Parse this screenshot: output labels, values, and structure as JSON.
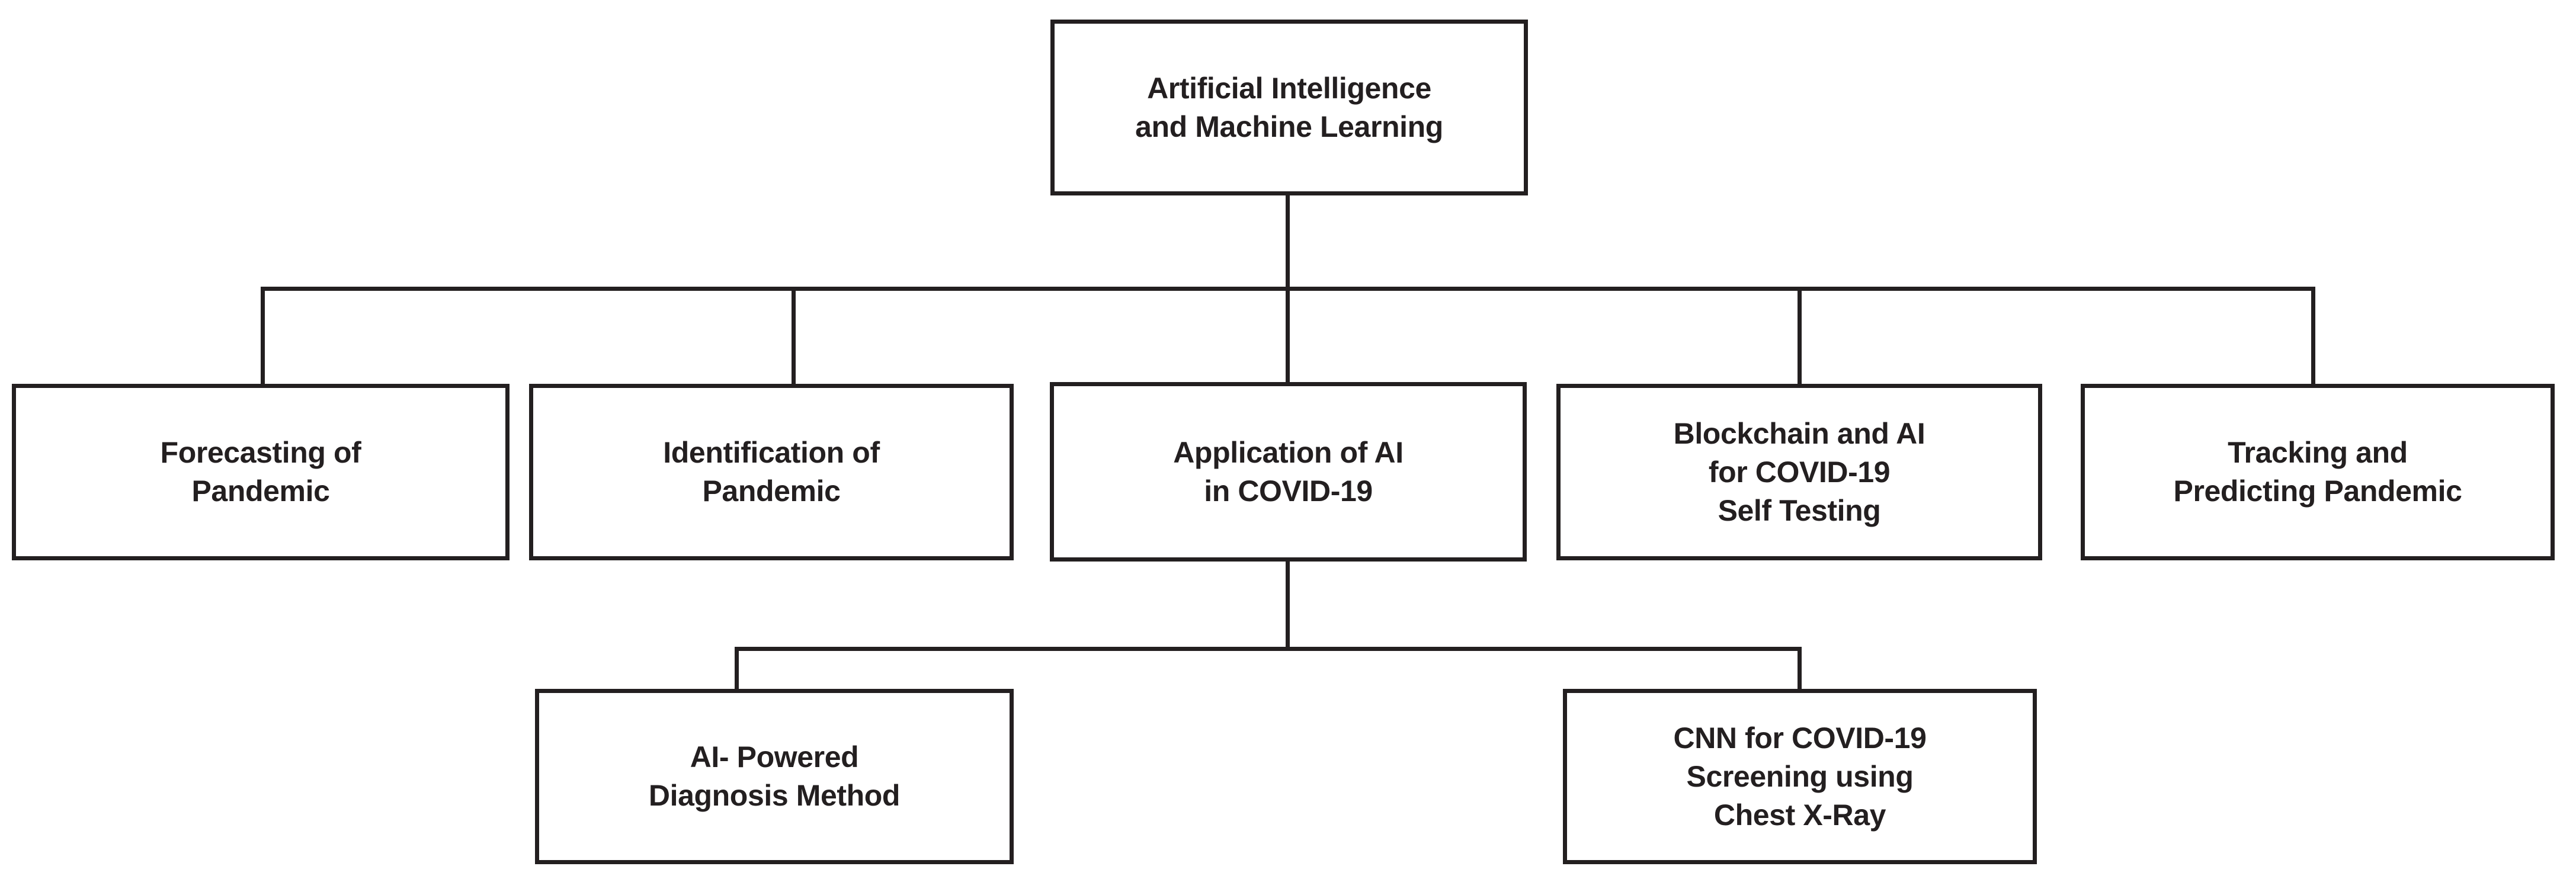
{
  "diagram": {
    "type": "tree",
    "title": "Artificial Intelligence and Machine Learning taxonomy for COVID-19",
    "background_color": "#ffffff",
    "line_color": "#231f20",
    "text_color": "#231f20",
    "nodes": {
      "root": {
        "label": "Artificial Intelligence\nand Machine Learning",
        "level": 0
      },
      "child1": {
        "label": "Forecasting of\nPandemic",
        "level": 1
      },
      "child2": {
        "label": "Identification of\nPandemic",
        "level": 1
      },
      "child3": {
        "label": "Application of AI\nin COVID-19",
        "level": 1
      },
      "child4": {
        "label": "Blockchain and AI\nfor COVID-19\nSelf Testing",
        "level": 1
      },
      "child5": {
        "label": "Tracking and\nPredicting Pandemic",
        "level": 1
      },
      "grandchild1": {
        "label": "AI- Powered\nDiagnosis Method",
        "level": 2
      },
      "grandchild2": {
        "label": "CNN for COVID-19\nScreening using\nChest X-Ray",
        "level": 2
      }
    },
    "edges": [
      {
        "from": "root",
        "to": "child1"
      },
      {
        "from": "root",
        "to": "child2"
      },
      {
        "from": "root",
        "to": "child3"
      },
      {
        "from": "root",
        "to": "child4"
      },
      {
        "from": "root",
        "to": "child5"
      },
      {
        "from": "child3",
        "to": "grandchild1"
      },
      {
        "from": "child3",
        "to": "grandchild2"
      }
    ]
  }
}
